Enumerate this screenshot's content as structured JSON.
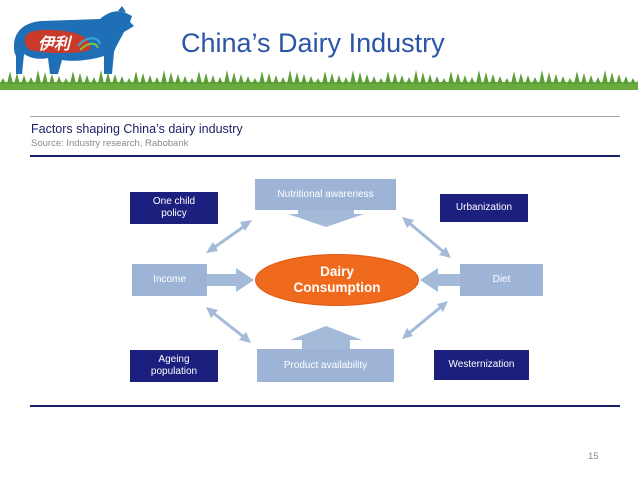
{
  "header": {
    "title": "China’s Dairy Industry",
    "logo_text": "伊利"
  },
  "figure": {
    "title": "Factors shaping China’s dairy industry",
    "source": "Source:  Industry research, Rabobank",
    "core": {
      "line1": "Dairy",
      "line2": "Consumption"
    },
    "factors": {
      "one_child": {
        "line1": "One child",
        "line2": "policy"
      },
      "urbanization": "Urbanization",
      "ageing": {
        "line1": "Ageing",
        "line2": "population"
      },
      "westernization": "Westernization",
      "nutritional": "Nutritional awareness",
      "product": "Product availability",
      "income": "Income",
      "diet": "Diet"
    }
  },
  "footer": {
    "page_number": "15"
  },
  "colors": {
    "title_blue": "#2a55a6",
    "navy": "#1c1f7e",
    "light_box": "#9db4d6",
    "arrow": "#a3bad8",
    "core_orange": "#f06a1e",
    "cow_blue": "#1e6fb5",
    "grass_green": "#5a9e35"
  },
  "icons": [
    "cow-logo-icon",
    "grass-border-icon"
  ]
}
